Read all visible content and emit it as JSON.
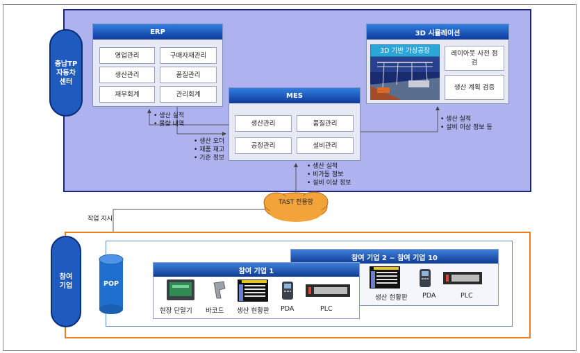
{
  "center": {
    "label": "충남TP 자동차 센터"
  },
  "company_side": {
    "label": "참여 기업"
  },
  "erp": {
    "title": "ERP",
    "cells": [
      "영업관리",
      "구매자재관리",
      "생산관리",
      "품질관리",
      "재무회계",
      "관리회계"
    ]
  },
  "mes": {
    "title": "MES",
    "cells": [
      "생산관리",
      "품질관리",
      "공정관리",
      "설비관리"
    ]
  },
  "sim": {
    "title": "3D 시뮬레이션",
    "factory_label": "3D 기반 가상공장",
    "cells": [
      "레이아웃 사전 점검",
      "생산 계획 검증"
    ]
  },
  "notes": {
    "mes_to_erp": [
      "• 생산 실적",
      "• 물량 내역"
    ],
    "erp_to_mes": [
      "• 생산 오더",
      "• 재품 재고",
      "• 기준 정보"
    ],
    "mes_to_sim": [
      "• 생산 실적",
      "• 설비 이상 정보 등"
    ],
    "tast_to_mes": [
      "• 생산 실적",
      "• 비가동 정보",
      "• 설비 이상 정보"
    ],
    "work_order": "작업 지시"
  },
  "network": {
    "label": "TAST 전용망"
  },
  "pop": {
    "label": "POP"
  },
  "company1": {
    "title": "참여 기업 1",
    "devices": [
      "현장 단말기",
      "바코드",
      "생산 현황판",
      "PDA",
      "PLC"
    ]
  },
  "company2_10": {
    "title": "참여 기업 2 ~ 참여 기업 10",
    "devices": [
      "생산 현황판",
      "PDA",
      "PLC"
    ]
  },
  "colors": {
    "center_bg": "#aeb3f0",
    "panel_header": "#1c4fb3",
    "company_border": "#f07f1a",
    "pop": "#1f6fcf"
  }
}
